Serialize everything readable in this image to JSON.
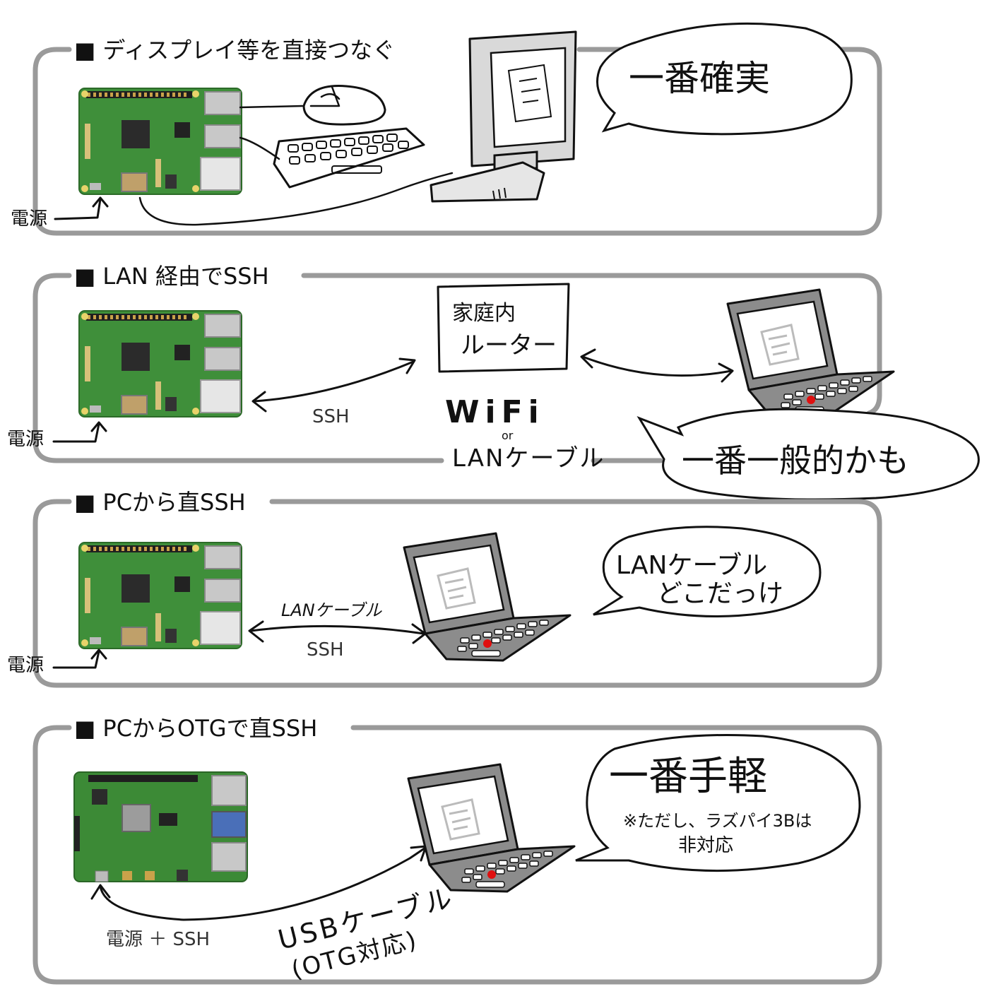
{
  "sections": [
    {
      "title": "■ ディスプレイ等を直接つなぐ",
      "power_label": "電源",
      "bubble": "一番確実"
    },
    {
      "title": "■ LAN 経由でSSH",
      "power_label": "電源",
      "ssh_label": "SSH",
      "router_line1": "家庭内",
      "router_line2": "ルーター",
      "wifi_label": "WiFi",
      "or_label": "or",
      "lan_label": "LANケーブル",
      "bubble": "一番一般的かも"
    },
    {
      "title": "■ PCから直SSH",
      "power_label": "電源",
      "cable_label": "LANケーブル",
      "ssh_label": "SSH",
      "bubble_line1": "LANケーブル",
      "bubble_line2": "どこだっけ"
    },
    {
      "title": "■ PCからOTGで直SSH",
      "power_ssh_label": "電源 ＋ SSH",
      "usb_line1": "USBケーブル",
      "usb_line2": "(OTG対応)",
      "bubble_main": "一番手軽",
      "bubble_note1": "※ただし、ラズパイ3Bは",
      "bubble_note2": "非対応"
    }
  ],
  "colors": {
    "frame": "#9a9a9a",
    "board_green": "#3f8f3a",
    "laptop_gray": "#8c8c8c",
    "monitor_gray": "#d9d9d9",
    "trackpoint_red": "#e01010"
  },
  "icons": [
    "raspberry-pi-board-icon",
    "mouse-icon",
    "keyboard-icon",
    "monitor-icon",
    "router-icon",
    "laptop-icon",
    "speech-bubble-icon"
  ]
}
